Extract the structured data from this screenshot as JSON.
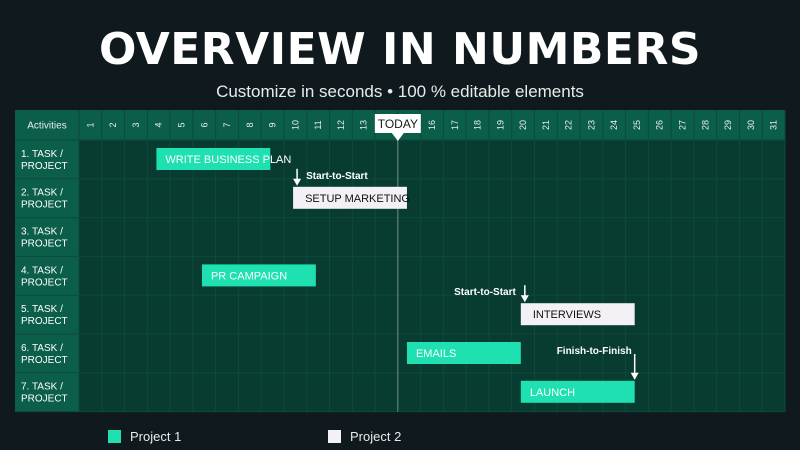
{
  "header": {
    "title": "OVERVIEW IN NUMBERS",
    "subtitle": "Customize in seconds • 100 % editable elements"
  },
  "colors": {
    "project1": "#1ee0b0",
    "project2": "#f3f0f6",
    "header_bg": "#0b5e49",
    "grid_bg": "#083c31",
    "label_bg": "#0b5e49",
    "grid_line": "#0d4a3c"
  },
  "chart_data": {
    "type": "gantt",
    "activities_label": "Activities",
    "days": [
      1,
      2,
      3,
      4,
      5,
      6,
      7,
      8,
      9,
      10,
      11,
      12,
      13,
      14,
      15,
      16,
      17,
      18,
      19,
      20,
      21,
      22,
      23,
      24,
      25,
      26,
      27,
      28,
      29,
      30,
      31
    ],
    "today_label": "TODAY",
    "today_day": 14,
    "rows": [
      "1. TASK / PROJECT",
      "2. TASK / PROJECT",
      "3. TASK / PROJECT",
      "4. TASK / PROJECT",
      "5. TASK / PROJECT",
      "6. TASK / PROJECT",
      "7. TASK / PROJECT"
    ],
    "tasks": [
      {
        "label": "WRITE BUSINESS PLAN",
        "row": 0,
        "start": 4,
        "end": 9,
        "project": "Project 1"
      },
      {
        "label": "SETUP MARKETING",
        "row": 1,
        "start": 10,
        "end": 15,
        "project": "Project 2"
      },
      {
        "label": "PR CAMPAIGN",
        "row": 3,
        "start": 6,
        "end": 11,
        "project": "Project 1"
      },
      {
        "label": "INTERVIEWS",
        "row": 4,
        "start": 20,
        "end": 25,
        "project": "Project 2"
      },
      {
        "label": "EMAILS",
        "row": 5,
        "start": 15,
        "end": 20,
        "project": "Project 1"
      },
      {
        "label": "LAUNCH",
        "row": 6,
        "start": 20,
        "end": 25,
        "project": "Project 1"
      }
    ],
    "dependencies": [
      {
        "label": "Start-to-Start",
        "target_task": 1
      },
      {
        "label": "Start-to-Start",
        "target_task": 3
      },
      {
        "label": "Finish-to-Finish",
        "target_task": 5
      }
    ],
    "legend": [
      {
        "name": "Project 1",
        "color": "#1ee0b0"
      },
      {
        "name": "Project 2",
        "color": "#f3f0f6"
      }
    ]
  }
}
